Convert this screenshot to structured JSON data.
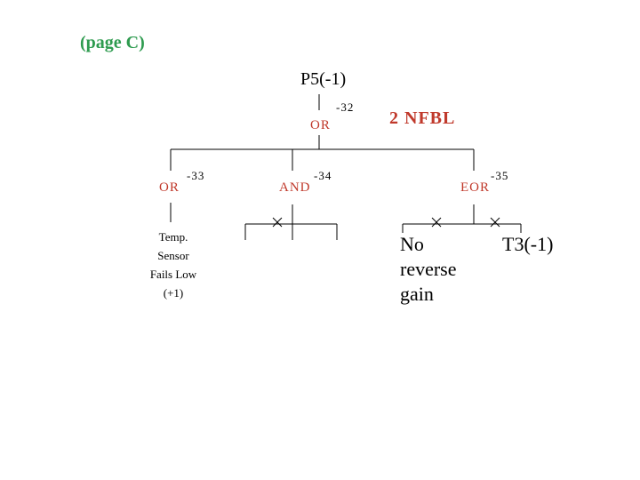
{
  "page_label": "(page C)",
  "top_event": "P5(-1)",
  "annotation": "2  NFBL",
  "gates": {
    "root": {
      "type": "OR",
      "number": "-32"
    },
    "left": {
      "type": "OR",
      "number": "-33"
    },
    "mid": {
      "type": "AND",
      "number": "-34"
    },
    "right": {
      "type": "EOR",
      "number": "-35"
    }
  },
  "leaves": {
    "left_event": [
      "Temp.",
      "Sensor",
      "Fails Low",
      "(+1)"
    ],
    "right_event_1": [
      "No",
      "reverse",
      "gain"
    ],
    "right_event_2": "T3(-1)"
  },
  "colors": {
    "page_label": "#2e9b4f",
    "gate": "#c0392b",
    "annotation": "#c0392b"
  }
}
